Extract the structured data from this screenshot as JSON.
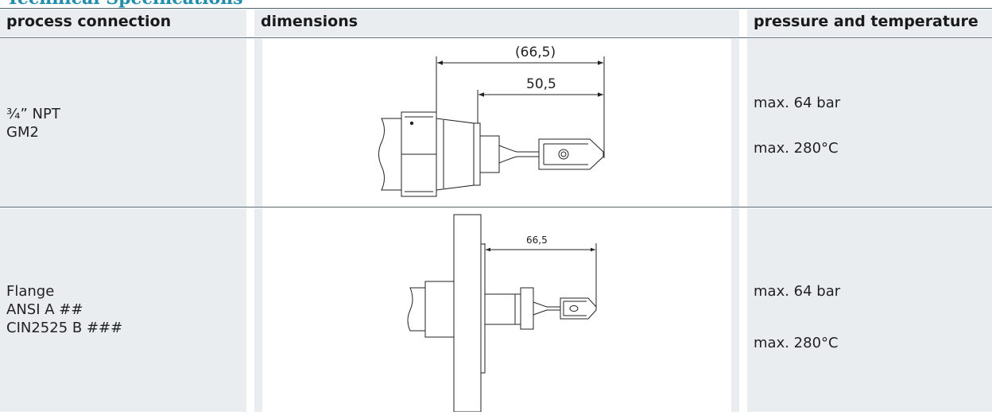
{
  "title": "Technical Specifications",
  "headers": {
    "process_connection": "process connection",
    "dimensions": "dimensions",
    "pressure_temperature": "pressure and temperature"
  },
  "rows": [
    {
      "connection": [
        "¾” NPT",
        "GM2"
      ],
      "dimensions": [
        "(66,5)",
        "50,5"
      ],
      "pressure": "max. 64 bar",
      "temperature": "max. 280°C"
    },
    {
      "connection": [
        "Flange",
        "ANSI A ##",
        "CIN2525 B ###"
      ],
      "dimensions": [
        "66,5"
      ],
      "pressure": "max. 64 bar",
      "temperature": "max. 280°C"
    }
  ],
  "colors": {
    "title": "#1d8fb0",
    "cell_bg": "#eaedf0",
    "rule": "#5a6b78"
  }
}
